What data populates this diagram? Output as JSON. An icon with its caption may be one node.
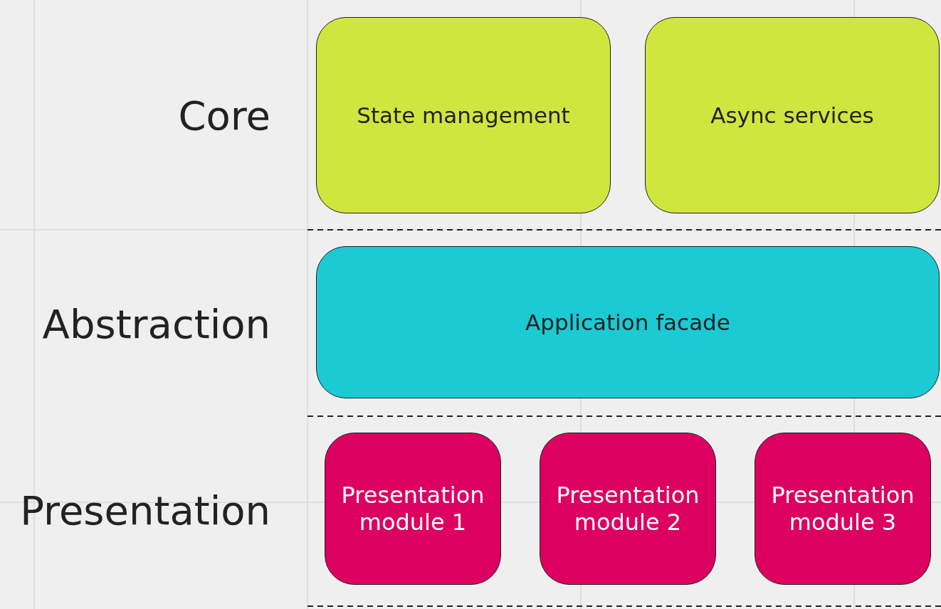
{
  "diagram": {
    "nodes": [
      {
        "text": [
          "State management"
        ]
      },
      {
        "text": [
          "Async services"
        ]
      },
      {
        "text": [
          "Application facade"
        ]
      },
      {
        "text": [
          "Presentation module 1"
        ]
      },
      {
        "text": [
          "Presentation module 2"
        ]
      },
      {
        "text": [
          "Presentation module 3"
        ]
      }
    ],
    "edges": [],
    "labels": [
      "Core",
      "Abstraction",
      "Presentation"
    ]
  }
}
